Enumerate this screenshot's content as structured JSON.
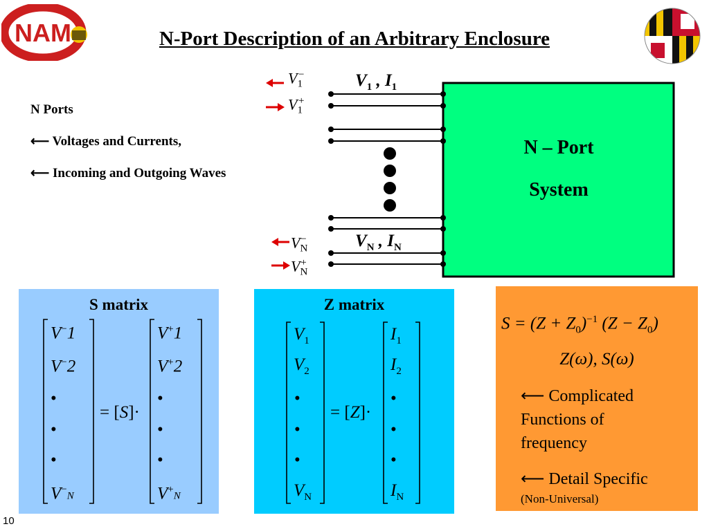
{
  "header": {
    "title": "N-Port Description of an Arbitrary Enclosure",
    "logo_left_text": "NAM",
    "logo_right_text": ""
  },
  "bullets": {
    "item1": "N Ports",
    "item2": "Voltages and Currents,",
    "item3": "Incoming and Outgoing Waves"
  },
  "diagram": {
    "port1_label": "V1 , I1",
    "portN_label": "VN , IN",
    "v1_minus": "V1−",
    "v1_plus": "V1+",
    "vN_minus": "VN−",
    "vN_plus": "VN+",
    "system_line1": "N – Port",
    "system_line2": "System",
    "colors": {
      "system_fill": "#00ff80",
      "arrow": "#dd0000"
    }
  },
  "s_matrix": {
    "title": "S matrix",
    "left_col": [
      "V−1",
      "V−2",
      "•",
      "•",
      "•",
      "V−N"
    ],
    "right_col": [
      "V+1",
      "V+2",
      "•",
      "•",
      "•",
      "V+N"
    ],
    "operator": "= [S]·"
  },
  "z_matrix": {
    "title": "Z matrix",
    "left_col": [
      "V1",
      "V2",
      "•",
      "•",
      "•",
      "VN"
    ],
    "right_col": [
      "I1",
      "I2",
      "•",
      "•",
      "•",
      "IN"
    ],
    "operator": "= [Z]·"
  },
  "orange_box": {
    "formula": "S = (Z + Z0)−1 (Z − Z0)",
    "functions": "Z(ω), S(ω)",
    "note1_line1": "Complicated",
    "note1_line2": "Functions of",
    "note1_line3": "frequency",
    "note2_line1": "Detail Specific",
    "note2_line2": "(Non-Universal)",
    "arrow_glyph": "←"
  },
  "slide_number": "10"
}
